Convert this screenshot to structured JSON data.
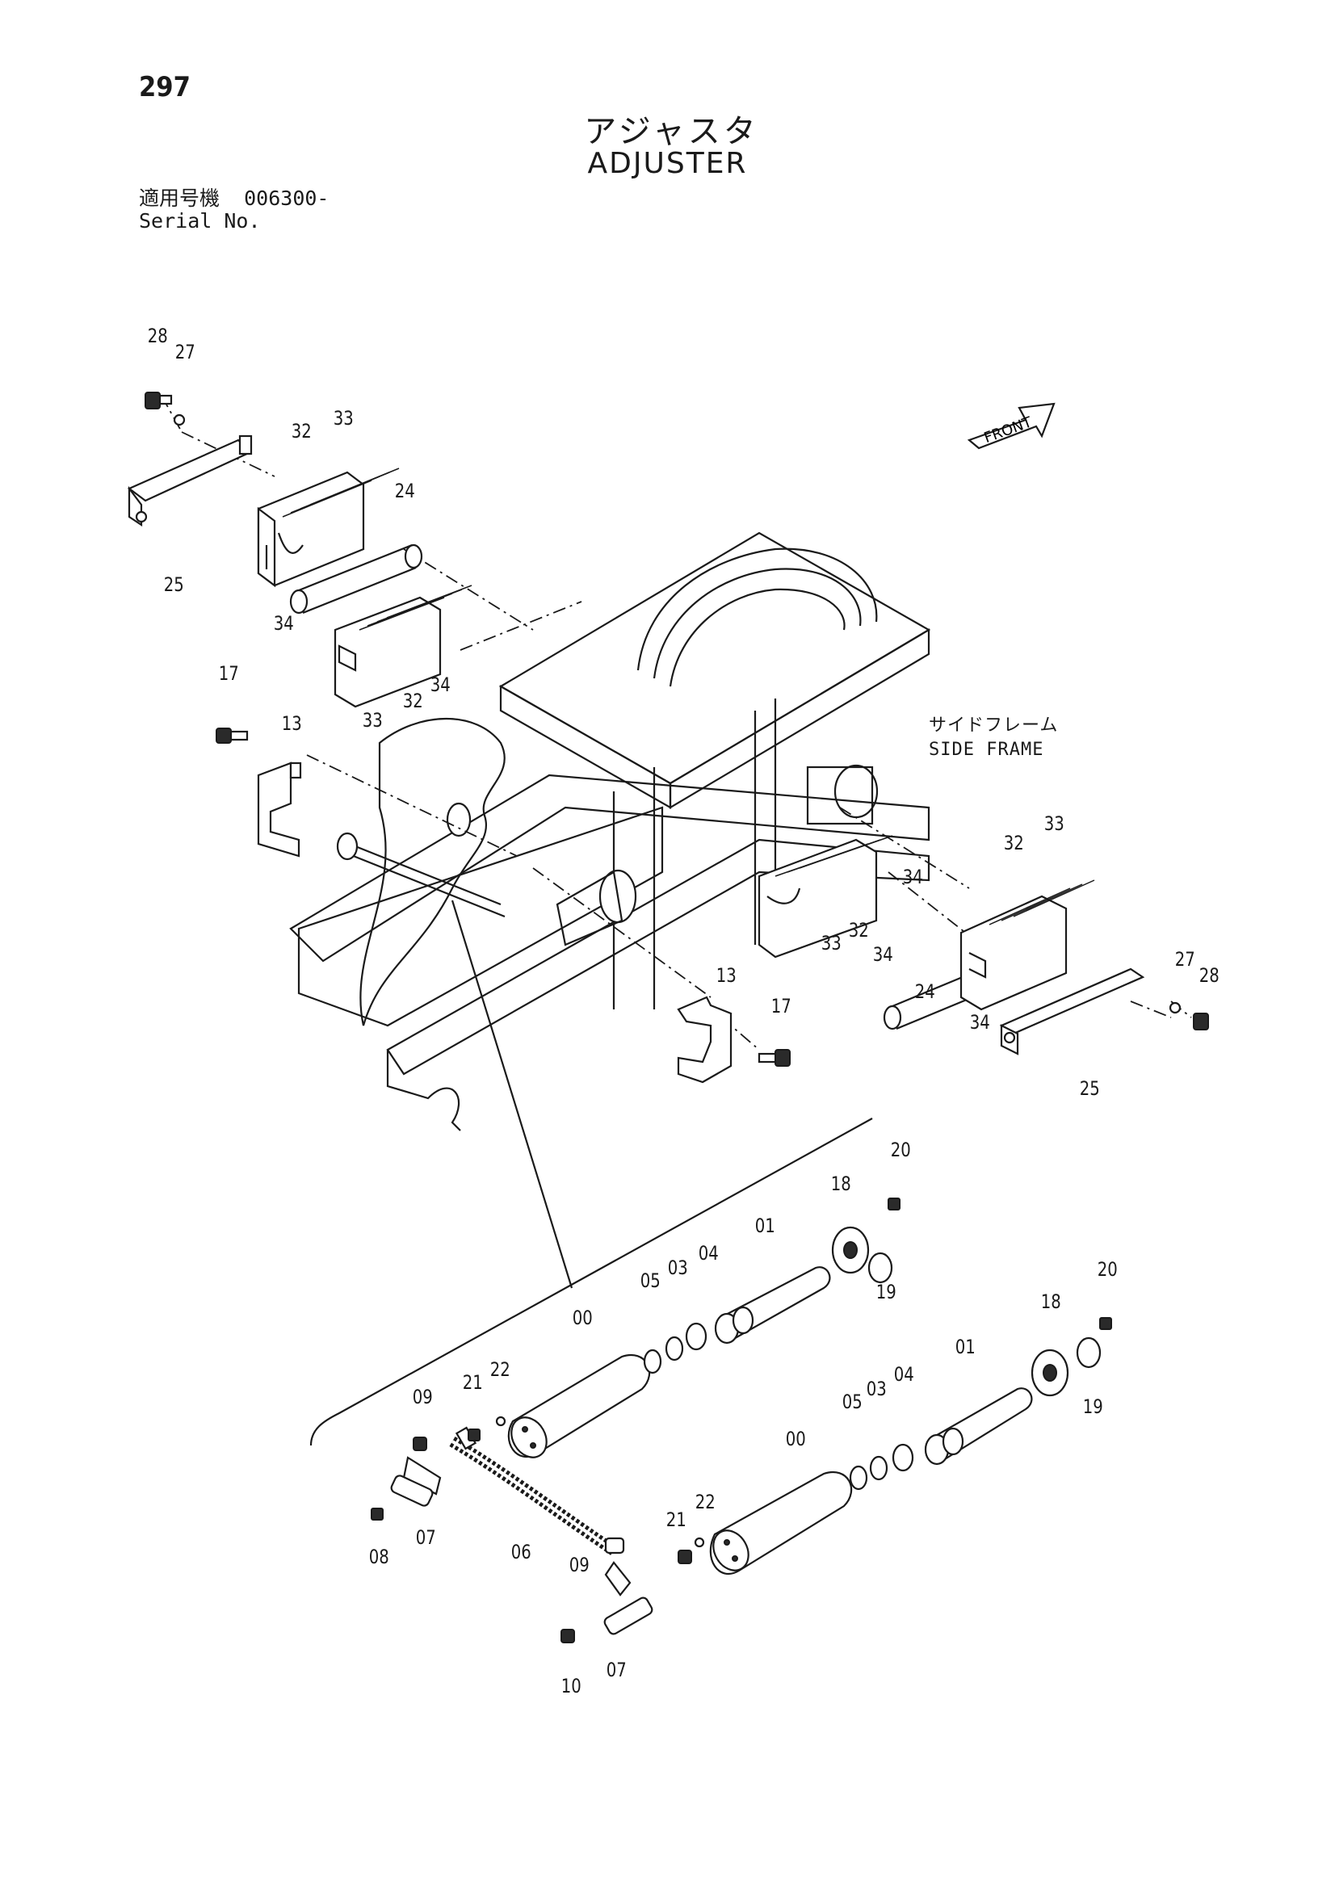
{
  "page_number": "297",
  "title_jp": "アジャスタ",
  "title_en": "ADJUSTER",
  "serial": {
    "label_jp": "適用号機",
    "value": "006300-",
    "label_en": "Serial No."
  },
  "side_frame": {
    "label_jp": "サイドフレーム",
    "label_en": "SIDE FRAME"
  },
  "front_arrow_label": "FRONT",
  "callouts": [
    "28",
    "27",
    "32",
    "33",
    "24",
    "25",
    "34",
    "34",
    "32",
    "33",
    "17",
    "13",
    "32",
    "33",
    "34",
    "34",
    "33",
    "32",
    "24",
    "27",
    "28",
    "13",
    "17",
    "34",
    "25",
    "20",
    "18",
    "01",
    "04",
    "03",
    "05",
    "19",
    "00",
    "20",
    "18",
    "01",
    "04",
    "03",
    "05",
    "19",
    "00",
    "21",
    "22",
    "09",
    "08",
    "07",
    "06",
    "22",
    "21",
    "09",
    "10",
    "07"
  ]
}
